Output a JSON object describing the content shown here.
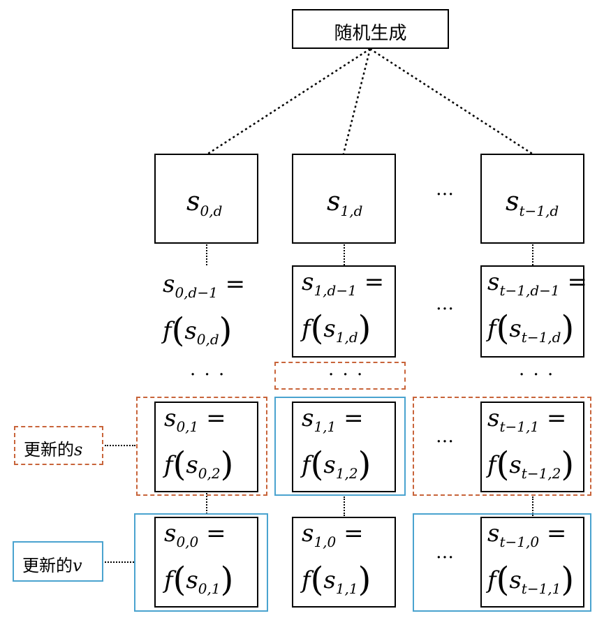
{
  "root_label": "随机生成",
  "ellipsis": "…",
  "ellipsis_row": "· · ·",
  "legend": {
    "s_label": "更新的",
    "s_var": "s",
    "v_label": "更新的",
    "v_var": "v"
  },
  "nodes": {
    "s0d": {
      "base": "s",
      "sub": "0,d"
    },
    "s1d": {
      "base": "s",
      "sub": "1,d"
    },
    "std": {
      "base": "s",
      "sub": "t−1,d"
    },
    "s0d1": {
      "lhs_sub": "0,d−1",
      "rhs_sub": "0,d"
    },
    "s1d1": {
      "lhs_sub": "1,d−1",
      "rhs_sub": "1,d"
    },
    "std1": {
      "lhs_sub": "t−1,d−1",
      "rhs_sub": "t−1,d"
    },
    "s01": {
      "lhs_sub": "0,1",
      "rhs_sub": "0,2"
    },
    "s11": {
      "lhs_sub": "1,1",
      "rhs_sub": "1,2"
    },
    "st1": {
      "lhs_sub": "t−1,1",
      "rhs_sub": "t−1,2"
    },
    "s00": {
      "lhs_sub": "0,0",
      "rhs_sub": "0,1"
    },
    "s10": {
      "lhs_sub": "1,0",
      "rhs_sub": "1,1"
    },
    "st0": {
      "lhs_sub": "t−1,0",
      "rhs_sub": "t−1,1"
    }
  },
  "symbols": {
    "s": "s",
    "f": "f",
    "eq": "=",
    "lp": "(",
    "rp": ")"
  },
  "colors": {
    "updated_s": "#c8643a",
    "updated_v": "#4aa3cf"
  }
}
